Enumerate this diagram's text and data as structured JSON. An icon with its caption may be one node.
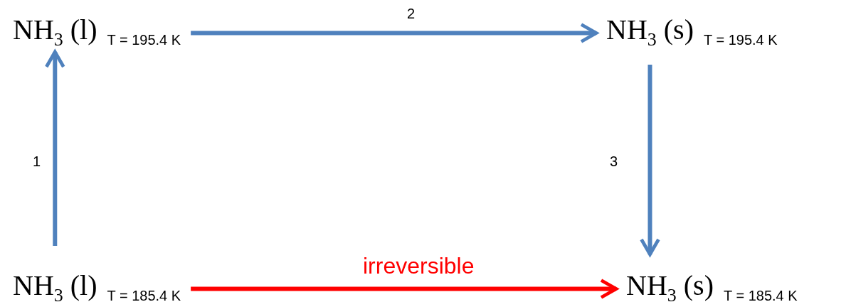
{
  "diagram": {
    "nodes": [
      {
        "text": [
          "NH$_{3}$ (l)"
        ],
        "beside": [
          "T = 195.4 K"
        ]
      },
      {
        "text": [
          "NH$_{3}$ (s)"
        ],
        "beside": [
          "T = 195.4 K"
        ]
      },
      {
        "text": [
          "NH$_{3}$ (l)"
        ],
        "beside": [
          "T = 185.4 K"
        ]
      },
      {
        "text": [
          "NH$_{3}$ (s)"
        ],
        "beside": [
          "T = 185.4 K"
        ]
      }
    ],
    "edges": [
      {
        "from": 2,
        "to": 0,
        "arrow": "to",
        "label": "1"
      },
      {
        "from": 0,
        "to": 1,
        "arrow": "to",
        "label": "2"
      },
      {
        "from": 1,
        "to": 3,
        "arrow": "to",
        "label": "3"
      },
      {
        "from": 2,
        "to": 3,
        "arrow": "to",
        "label": "irreversible",
        "color": "#ff0000"
      }
    ]
  }
}
